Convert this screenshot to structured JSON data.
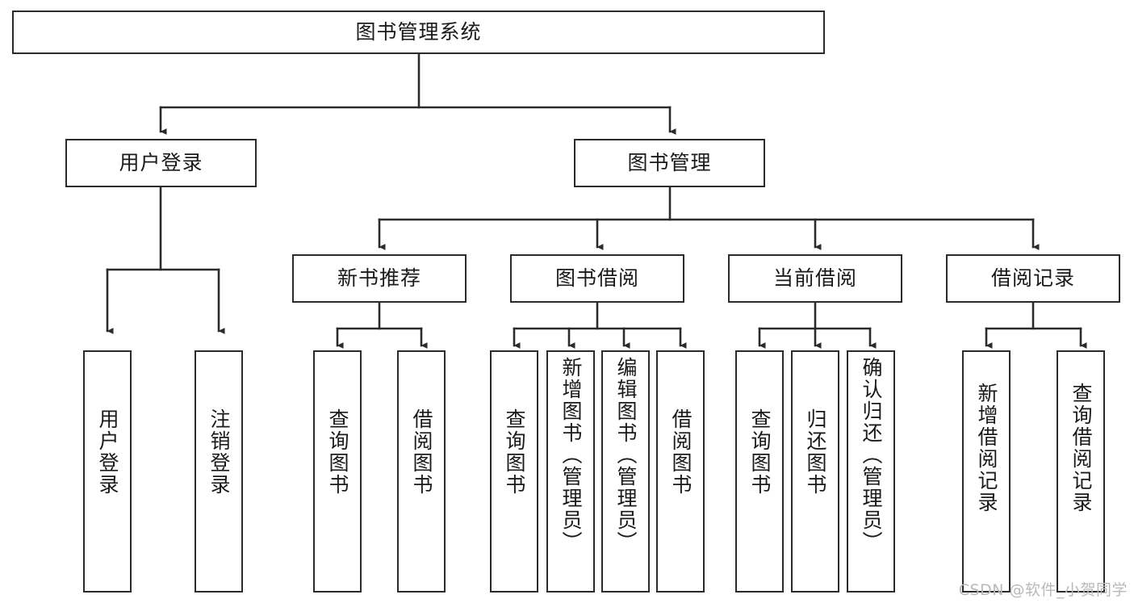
{
  "diagram": {
    "type": "tree-hierarchy",
    "title": "图书管理系统",
    "watermark": "CSDN @软件_小贺同学",
    "root": {
      "id": "root",
      "label": "图书管理系统"
    },
    "level2": [
      {
        "id": "user-login",
        "label": "用户登录"
      },
      {
        "id": "book-manage",
        "label": "图书管理"
      }
    ],
    "level3": [
      {
        "id": "new-book-rec",
        "label": "新书推荐",
        "parent": "book-manage"
      },
      {
        "id": "book-borrow",
        "label": "图书借阅",
        "parent": "book-manage"
      },
      {
        "id": "current-borrow",
        "label": "当前借阅",
        "parent": "book-manage"
      },
      {
        "id": "borrow-record",
        "label": "借阅记录",
        "parent": "book-manage"
      }
    ],
    "leaves": [
      {
        "id": "leaf-user-login",
        "label": "用户登录",
        "parent": "user-login"
      },
      {
        "id": "leaf-logout",
        "label": "注销登录",
        "parent": "user-login"
      },
      {
        "id": "leaf-query-book-1",
        "label": "查询图书",
        "parent": "new-book-rec"
      },
      {
        "id": "leaf-borrow-book-1",
        "label": "借阅图书",
        "parent": "new-book-rec"
      },
      {
        "id": "leaf-query-book-2",
        "label": "查询图书",
        "parent": "book-borrow"
      },
      {
        "id": "leaf-add-book",
        "label": "新增图书（管理员）",
        "parent": "book-borrow"
      },
      {
        "id": "leaf-edit-book",
        "label": "编辑图书（管理员）",
        "parent": "book-borrow"
      },
      {
        "id": "leaf-borrow-book-2",
        "label": "借阅图书",
        "parent": "book-borrow"
      },
      {
        "id": "leaf-query-book-3",
        "label": "查询图书",
        "parent": "current-borrow"
      },
      {
        "id": "leaf-return-book",
        "label": "归还图书",
        "parent": "current-borrow"
      },
      {
        "id": "leaf-confirm-return",
        "label": "确认归还（管理员）",
        "parent": "current-borrow"
      },
      {
        "id": "leaf-add-record",
        "label": "新增借阅记录",
        "parent": "borrow-record"
      },
      {
        "id": "leaf-query-record",
        "label": "查询借阅记录",
        "parent": "borrow-record"
      }
    ],
    "colors": {
      "box_border": "#2b2b2b",
      "box_fill": "#ffffff",
      "connector": "#2b2b2b",
      "text": "#1a1a1a",
      "watermark": "#b9b9b9",
      "background": "#ffffff"
    }
  }
}
